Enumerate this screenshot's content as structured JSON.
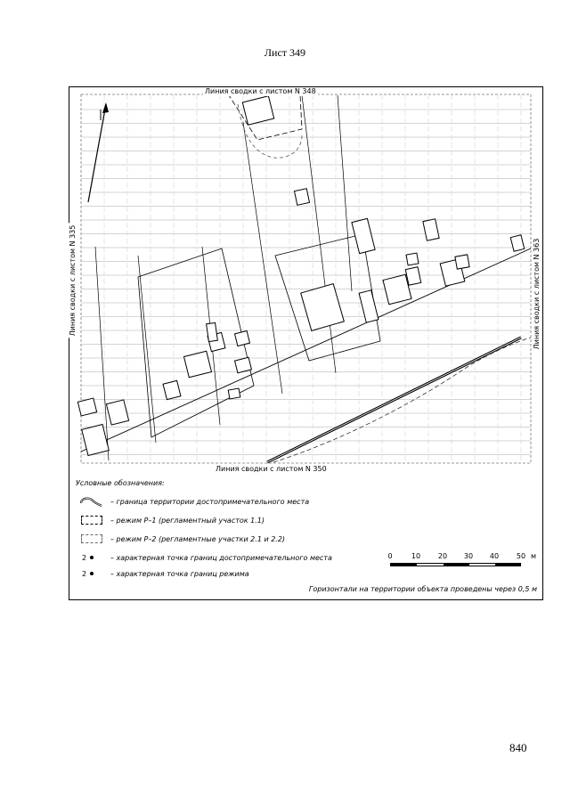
{
  "sheet_title": "Лист 349",
  "page_number": "840",
  "map": {
    "match_top": "Линия сводки с листом N 348",
    "match_bottom": "Линия сводки с листом N 350",
    "match_left": "Линия сводки с листом N 335",
    "match_right": "Линия сводки с листом N 363"
  },
  "legend": {
    "title": "Условные обозначения:",
    "items": [
      {
        "symbol": "curve-boundary-icon",
        "text": "– граница территории достопримечательного места"
      },
      {
        "symbol": "dashed-box-icon",
        "text": "– режим Р–1 (регламентный участок 1.1)"
      },
      {
        "symbol": "gray-dashed-box-icon",
        "text": "– режим Р–2 (регламентные участки 2.1 и 2.2)"
      },
      {
        "symbol": "point-icon",
        "num": "2",
        "text": "– характерная точка границ достопримечательного места"
      },
      {
        "symbol": "point-icon",
        "num": "2",
        "text": "– характерная точка границ режима"
      }
    ],
    "scale": {
      "ticks": [
        "0",
        "10",
        "20",
        "30",
        "40",
        "50"
      ],
      "unit": "м"
    },
    "contour_note": "Горизонтали на территории объекта проведены через 0,5 м"
  }
}
